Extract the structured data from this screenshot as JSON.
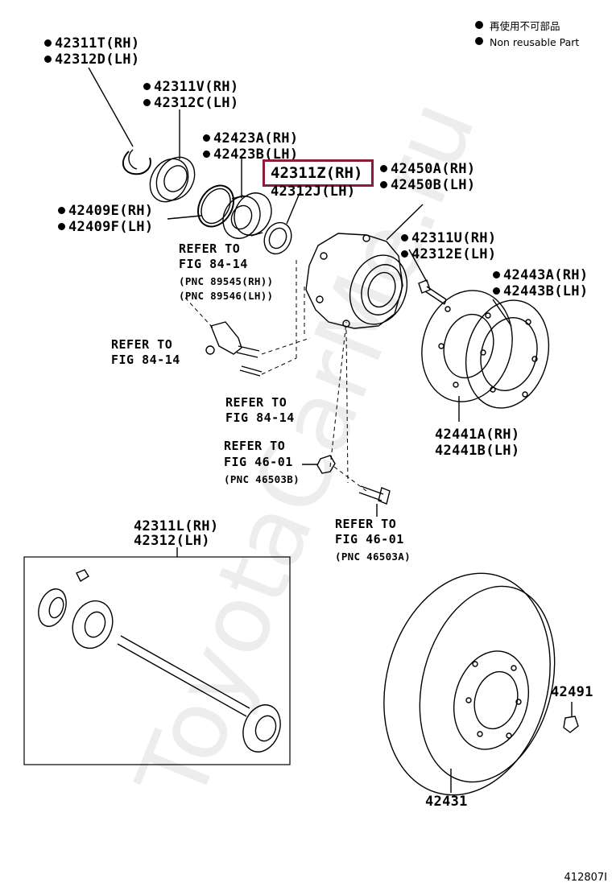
{
  "legend": {
    "line1": "再使用不可部品",
    "line2": "Non  reusable Part"
  },
  "labels": {
    "p42311T": "42311T(RH)",
    "p42312D": "42312D(LH)",
    "p42311V": "42311V(RH)",
    "p42312C": "42312C(LH)",
    "p42423A": "42423A(RH)",
    "p42423B": "42423B(LH)",
    "p42311Z": "42311Z(RH)",
    "p42312J": "42312J(LH)",
    "p42450A": "42450A(RH)",
    "p42450B": "42450B(LH)",
    "p42409E": "42409E(RH)",
    "p42409F": "42409F(LH)",
    "p42311U": "42311U(RH)",
    "p42312E": "42312E(LH)",
    "p42443A": "42443A(RH)",
    "p42443B": "42443B(LH)",
    "p42441A": "42441A(RH)",
    "p42441B": "42441B(LH)",
    "p42311L": "42311L(RH)",
    "p42312": "42312(LH)",
    "p42491": "42491",
    "p42431": "42431"
  },
  "refs": {
    "r1_l1": "REFER TO",
    "r1_l2": "FIG 84-14",
    "r1_l3": "(PNC 89545(RH))",
    "r1_l4": "(PNC 89546(LH))",
    "r2_l1": "REFER TO",
    "r2_l2": "FIG 84-14",
    "r3_l1": "REFER TO",
    "r3_l2": "FIG 84-14",
    "r4_l1": "REFER TO",
    "r4_l2": "FIG 46-01",
    "r4_l3": "(PNC 46503B)",
    "r5_l1": "REFER TO",
    "r5_l2": "FIG 46-01",
    "r5_l3": "(PNC 46503A)"
  },
  "highlight_color": "#8b1c3a",
  "watermark": "ToyotaCarMe.ru",
  "figure_id": "412807I"
}
